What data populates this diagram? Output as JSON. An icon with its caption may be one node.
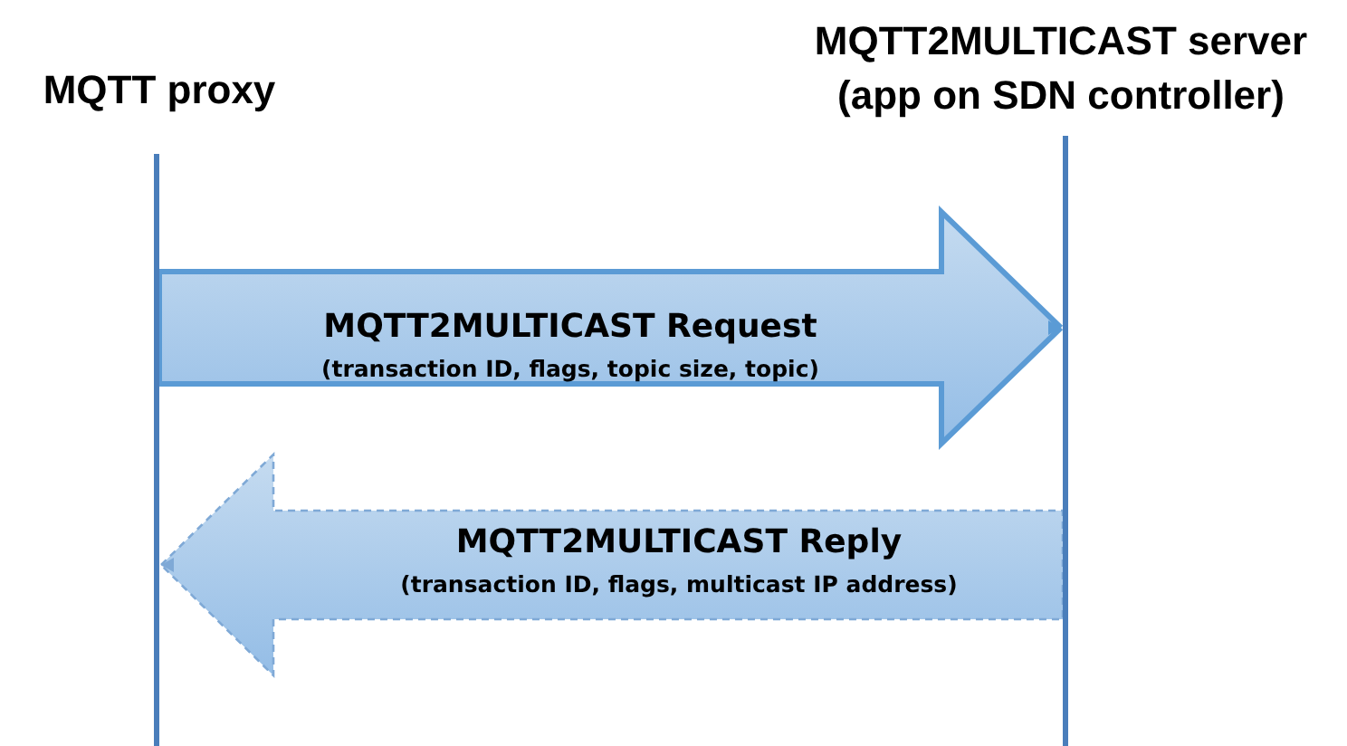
{
  "diagram": {
    "nodes": [
      {
        "text": [
          "MQTT proxy"
        ]
      },
      {
        "text": [
          "MQTT2MULTICAST server (app on SDN controller)"
        ]
      },
      {
        "text": [],
        "shape": "bar"
      },
      {
        "text": [],
        "shape": "bar"
      }
    ],
    "edges": [
      {
        "from": 2,
        "to": 3,
        "arrow": "to",
        "label": "**MQTT2MULTICAST Request** (transaction ID, flags, topic size, topic)"
      },
      {
        "from": 3,
        "to": 2,
        "arrow": "to",
        "style": "dashed",
        "label": "**MQTT2MULTICAST Reply** (transaction ID, flags, multicast IP address)"
      }
    ]
  }
}
